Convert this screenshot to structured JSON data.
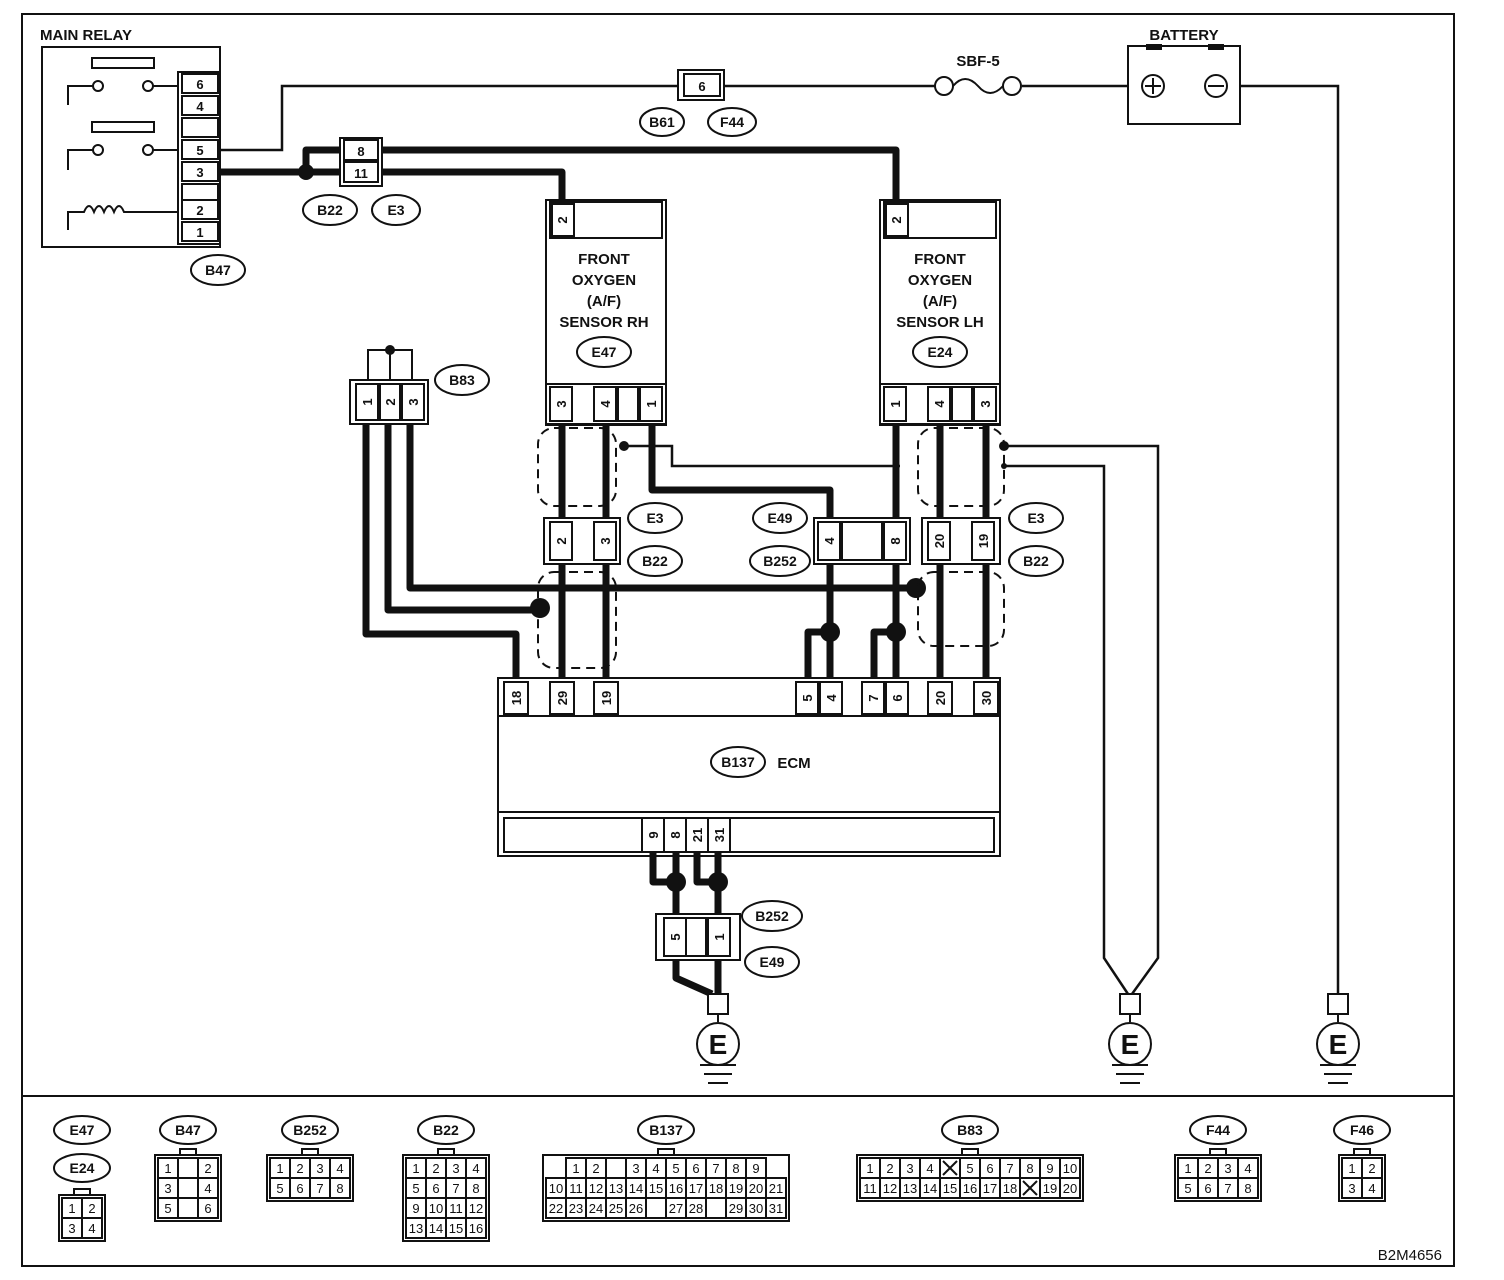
{
  "drawing_code": "B2M4656",
  "main_relay": {
    "title": "MAIN RELAY",
    "connector": "B47",
    "pins": [
      "6",
      "4",
      "",
      "5",
      "3",
      "",
      "2",
      "1"
    ]
  },
  "battery": {
    "title": "BATTERY",
    "plus": "+",
    "minus": "−"
  },
  "fuse": {
    "name": "SBF-5",
    "pin": "6",
    "conn_a": "B61",
    "conn_b": "F44"
  },
  "joint_b22_e3": {
    "pins": [
      "8",
      "11"
    ],
    "conn_a": "B22",
    "conn_b": "E3"
  },
  "sensor_rh": {
    "lines": [
      "FRONT",
      "OXYGEN",
      "(A/F)",
      "SENSOR RH"
    ],
    "conn": "E47",
    "top_pin": "2",
    "pins": [
      "3",
      "4",
      "",
      "1"
    ]
  },
  "sensor_lh": {
    "lines": [
      "FRONT",
      "OXYGEN",
      "(A/F)",
      "SENSOR LH"
    ],
    "conn": "E24",
    "top_pin": "2",
    "pins": [
      "1",
      "4",
      "",
      "3"
    ]
  },
  "b83": {
    "conn": "B83",
    "pins": [
      "1",
      "2",
      "3"
    ]
  },
  "mid_left": {
    "pins": [
      "2",
      "3"
    ],
    "conn_a": "E3",
    "conn_b": "B22"
  },
  "mid_center": {
    "pins": [
      "4",
      "",
      "8"
    ],
    "conn_a": "E49",
    "conn_b": "B252"
  },
  "mid_right": {
    "pins": [
      "20",
      "19"
    ],
    "conn_a": "E3",
    "conn_b": "B22"
  },
  "ecm": {
    "conn": "B137",
    "label": "ECM",
    "top_pins": [
      "18",
      "29",
      "19",
      "5",
      "4",
      "7",
      "6",
      "20",
      "30"
    ],
    "bottom_pins": [
      "9",
      "8",
      "21",
      "31"
    ]
  },
  "ground_conn": {
    "pins": [
      "5",
      "1"
    ],
    "conn_a": "B252",
    "conn_b": "E49"
  },
  "ground": "E",
  "face_views": [
    {
      "labels": [
        "E47",
        "E24"
      ],
      "rows": [
        [
          "1",
          "2"
        ],
        [
          "3",
          "4"
        ]
      ]
    },
    {
      "labels": [
        "B47"
      ],
      "rows": [
        [
          "1",
          "",
          "2"
        ],
        [
          "3",
          "",
          "4"
        ],
        [
          "5",
          "",
          "6"
        ]
      ]
    },
    {
      "labels": [
        "B252"
      ],
      "rows": [
        [
          "1",
          "2",
          "3",
          "4"
        ],
        [
          "5",
          "6",
          "7",
          "8"
        ]
      ]
    },
    {
      "labels": [
        "B22"
      ],
      "rows": [
        [
          "1",
          "2",
          "3",
          "4"
        ],
        [
          "5",
          "6",
          "7",
          "8"
        ],
        [
          "9",
          "10",
          "11",
          "12"
        ],
        [
          "13",
          "14",
          "15",
          "16"
        ]
      ]
    },
    {
      "labels": [
        "B137"
      ],
      "rows": [
        [
          "1",
          "2",
          "",
          "3",
          "4",
          "5",
          "6",
          "7",
          "8",
          "9"
        ],
        [
          "10",
          "11",
          "12",
          "13",
          "14",
          "15",
          "16",
          "17",
          "18",
          "19",
          "20",
          "21"
        ],
        [
          "22",
          "23",
          "24",
          "25",
          "26",
          "",
          "27",
          "28",
          "",
          "29",
          "30",
          "31"
        ]
      ]
    },
    {
      "labels": [
        "B83"
      ],
      "rows": [
        [
          "1",
          "2",
          "3",
          "4",
          "X",
          "5",
          "6",
          "7",
          "8",
          "9",
          "10"
        ],
        [
          "11",
          "12",
          "13",
          "14",
          "15",
          "16",
          "17",
          "18",
          "X",
          "19",
          "20"
        ]
      ]
    },
    {
      "labels": [
        "F44"
      ],
      "rows": [
        [
          "1",
          "2",
          "3",
          "4"
        ],
        [
          "5",
          "6",
          "7",
          "8"
        ]
      ]
    },
    {
      "labels": [
        "F46"
      ],
      "rows": [
        [
          "1",
          "2"
        ],
        [
          "3",
          "4"
        ]
      ]
    }
  ]
}
